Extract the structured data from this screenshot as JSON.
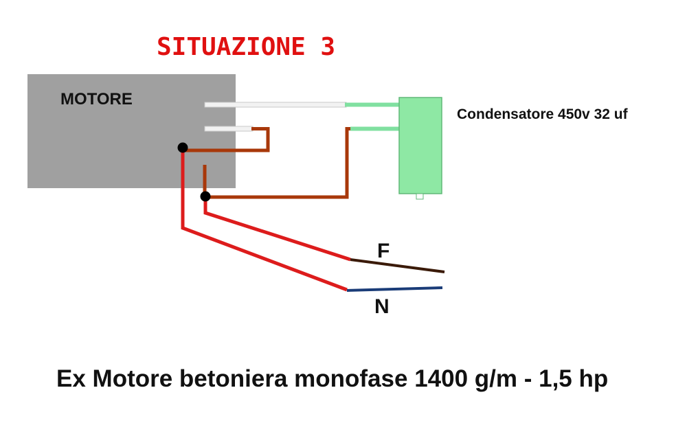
{
  "title": "SITUAZIONE 3",
  "motor": {
    "label": "MOTORE"
  },
  "capacitor": {
    "label": "Condensatore 450v 32 uf"
  },
  "terminals": {
    "phase": "F",
    "neutral": "N"
  },
  "caption": "Ex Motore betoniera monofase 1400 g/m - 1,5 hp",
  "colors": {
    "title": "#e01010",
    "motor_fill": "#a0a0a0",
    "capacitor_fill": "#8ee8a4",
    "capacitor_stroke": "#60b878",
    "green_wire": "#80e0a0",
    "white_lead": "#f2f2f2",
    "brown_wire": "#a8380a",
    "red_wire": "#dd1c1c",
    "dark_brown_wire": "#3a1a08",
    "blue_wire": "#1a3c78",
    "junction": "#000000",
    "text": "#111111"
  }
}
